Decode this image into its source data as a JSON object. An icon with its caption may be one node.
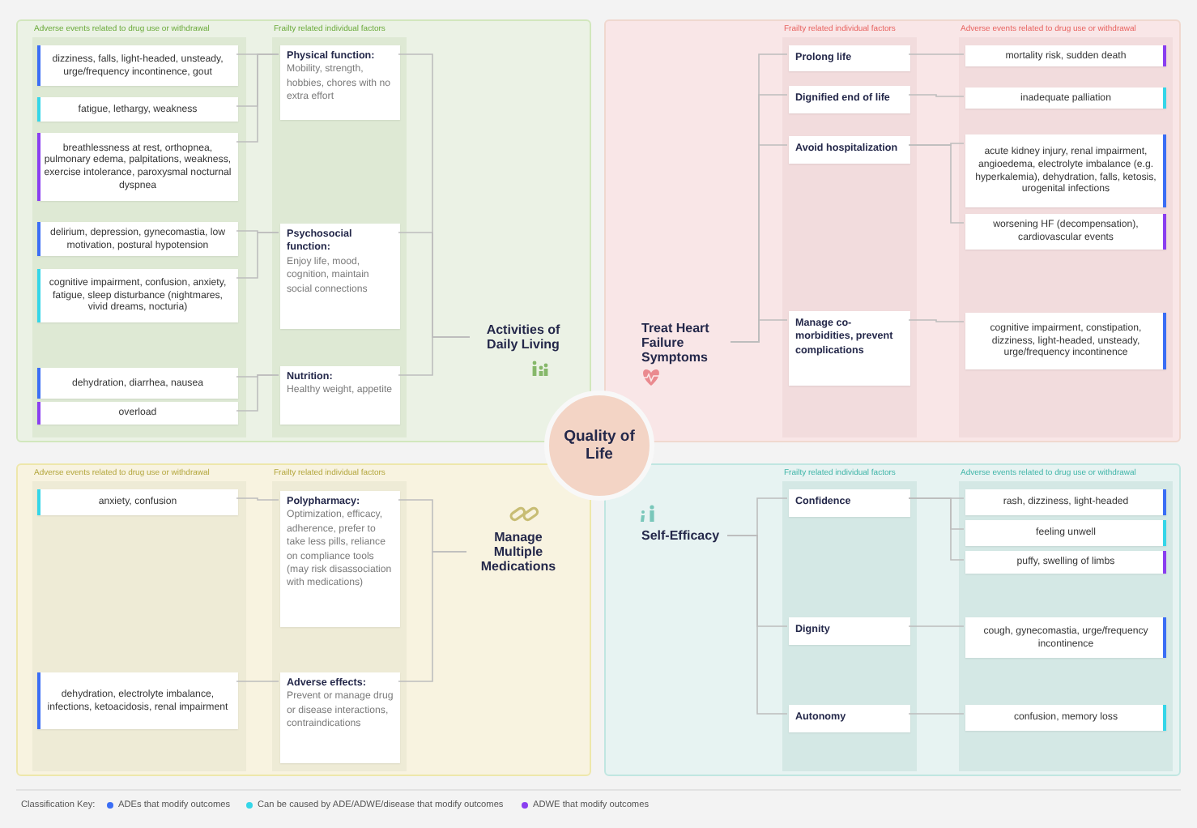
{
  "diagram": {
    "nodes": [
      {
        "text": [],
        "shape": "box"
      },
      {
        "text": [
          "Adverse events related to drug use or withdrawal"
        ],
        "in": 0
      },
      {
        "text": [
          "Frailty related individual factors"
        ],
        "in": 0
      },
      {
        "text": [
          "dizziness, falls, light-headed, unsteady, urge/frequency incontinence, gout"
        ],
        "in": 1
      },
      {
        "text": [
          "fatigue, lethargy, weakness"
        ],
        "in": 1
      },
      {
        "text": [
          "breathlessness at rest, orthopnea, pulmonary edema, palpitations, weakness, exercise intolerance, paroxysmal nocturnal dyspnea"
        ],
        "in": 1
      },
      {
        "text": [
          "delirium, depression, gynecomastia, low motivation, postural hypotension"
        ],
        "in": 1
      },
      {
        "text": [
          "cognitive impairment, confusion, anxiety, fatigue, sleep disturbance (nightmares, vivid dreams, nocturia)"
        ],
        "in": 1
      },
      {
        "text": [
          "dehydration, diarrhea, nausea"
        ],
        "in": 1
      },
      {
        "text": [
          "overload"
        ],
        "in": 1
      },
      {
        "text": [
          "Physical function:",
          "Mobility, strength, hobbies, chores with no extra effort"
        ],
        "in": 2
      },
      {
        "text": [
          "Psychosocial function:",
          "Enjoy life, mood, cognition, maintain social connections"
        ],
        "in": 2
      },
      {
        "text": [
          "Nutrition:",
          "Healthy weight, appetite"
        ],
        "in": 2
      },
      {
        "text": [
          "Activities of Daily Living"
        ],
        "in": 0
      },
      {
        "text": [],
        "shape": "box"
      },
      {
        "text": [
          "Treat Heart Failure Symptoms"
        ],
        "in": 14
      },
      {
        "text": [
          "Frailty related individual factors"
        ],
        "in": 14
      },
      {
        "text": [
          "Adverse events related to drug use or withdrawal"
        ],
        "in": 14
      },
      {
        "text": [
          "Prolong life"
        ],
        "in": 16
      },
      {
        "text": [
          "Dignified end of life"
        ],
        "in": 16
      },
      {
        "text": [
          "Avoid hospitalization"
        ],
        "in": 16
      },
      {
        "text": [
          "Manage co-morbidities, prevent complications"
        ],
        "in": 16
      },
      {
        "text": [
          "mortality risk, sudden death"
        ],
        "in": 17
      },
      {
        "text": [
          "inadequate palliation"
        ],
        "in": 17
      },
      {
        "text": [
          "acute kidney injury, renal impairment, angioedema, electrolyte imbalance (e.g. hyperkalemia), dehydration, falls, ketosis, urogenital infections"
        ],
        "in": 17
      },
      {
        "text": [
          "worsening HF (decompensation), cardiovascular events"
        ],
        "in": 17
      },
      {
        "text": [
          "cognitive impairment, constipation, dizziness, light-headed, unsteady, urge/frequency incontinence"
        ],
        "in": 17
      },
      {
        "text": [
          "Quality of Life"
        ]
      },
      {
        "text": [],
        "shape": "box"
      },
      {
        "text": [
          "Adverse events related to drug use or withdrawal"
        ],
        "in": 28
      },
      {
        "text": [
          "Frailty related individual factors"
        ],
        "in": 28
      },
      {
        "text": [
          "anxiety, confusion"
        ],
        "in": 29
      },
      {
        "text": [
          "dehydration, electrolyte imbalance, infections, ketoacidosis, renal impairment"
        ],
        "in": 29
      },
      {
        "text": [
          "Polypharmacy:",
          "Optimization, efficacy, adherence, prefer to take less pills, reliance on compliance tools (may risk disassociation with medications)"
        ],
        "in": 30
      },
      {
        "text": [
          "Adverse effects:",
          "Prevent or manage drug or disease interactions, contraindications"
        ],
        "in": 30
      },
      {
        "text": [
          "Manage Multiple Medications"
        ],
        "in": 28
      },
      {
        "text": [],
        "shape": "box"
      },
      {
        "text": [
          "Self-Efficacy"
        ],
        "in": 36
      },
      {
        "text": [
          "Frailty related individual factors"
        ],
        "in": 36
      },
      {
        "text": [
          "Adverse events related to drug use or withdrawal"
        ],
        "in": 36
      },
      {
        "text": [
          "Confidence"
        ],
        "in": 38
      },
      {
        "text": [
          "Dignity"
        ],
        "in": 38
      },
      {
        "text": [
          "Autonomy"
        ],
        "in": 38
      },
      {
        "text": [
          "rash, dizziness, light-headed"
        ],
        "in": 39
      },
      {
        "text": [
          "feeling unwell"
        ],
        "in": 39
      },
      {
        "text": [
          "puffy, swelling of limbs"
        ],
        "in": 39
      },
      {
        "text": [
          "cough, gynecomastia, urge/frequency incontinence"
        ],
        "in": 39
      },
      {
        "text": [
          "confusion, memory loss"
        ],
        "in": 39
      }
    ],
    "edges": [
      {
        "from": 3,
        "to": 10,
        "arrow": "none"
      },
      {
        "from": 4,
        "to": 10,
        "arrow": "none"
      },
      {
        "from": 5,
        "to": 10,
        "arrow": "none"
      },
      {
        "from": 6,
        "to": 11,
        "arrow": "none"
      },
      {
        "from": 7,
        "to": 11,
        "arrow": "none"
      },
      {
        "from": 8,
        "to": 12,
        "arrow": "none"
      },
      {
        "from": 9,
        "to": 12,
        "arrow": "none"
      },
      {
        "from": 10,
        "to": 13,
        "arrow": "none"
      },
      {
        "from": 11,
        "to": 13,
        "arrow": "none"
      },
      {
        "from": 12,
        "to": 13,
        "arrow": "none"
      },
      {
        "from": 15,
        "to": 18,
        "arrow": "none"
      },
      {
        "from": 15,
        "to": 19,
        "arrow": "none"
      },
      {
        "from": 15,
        "to": 20,
        "arrow": "none"
      },
      {
        "from": 15,
        "to": 21,
        "arrow": "none"
      },
      {
        "from": 18,
        "to": 22,
        "arrow": "none"
      },
      {
        "from": 19,
        "to": 23,
        "arrow": "none"
      },
      {
        "from": 20,
        "to": 24,
        "arrow": "none"
      },
      {
        "from": 20,
        "to": 25,
        "arrow": "none"
      },
      {
        "from": 21,
        "to": 26,
        "arrow": "none"
      },
      {
        "from": 31,
        "to": 33,
        "arrow": "none"
      },
      {
        "from": 32,
        "to": 34,
        "arrow": "none"
      },
      {
        "from": 33,
        "to": 35,
        "arrow": "none"
      },
      {
        "from": 34,
        "to": 35,
        "arrow": "none"
      },
      {
        "from": 37,
        "to": 40,
        "arrow": "none"
      },
      {
        "from": 37,
        "to": 41,
        "arrow": "none"
      },
      {
        "from": 37,
        "to": 42,
        "arrow": "none"
      },
      {
        "from": 40,
        "to": 43,
        "arrow": "none"
      },
      {
        "from": 40,
        "to": 44,
        "arrow": "none"
      },
      {
        "from": 40,
        "to": 45,
        "arrow": "none"
      },
      {
        "from": 41,
        "to": 46,
        "arrow": "none"
      },
      {
        "from": 42,
        "to": 47,
        "arrow": "none"
      }
    ],
    "labels": [
      "Classification Key:"
    ],
    "legend": [
      {
        "text": "ADEs that modify outcomes",
        "color": "#3b6ef5"
      },
      {
        "text": "Can be caused by ADE/ADWE/disease that modify outcomes",
        "color": "#35d6e8"
      },
      {
        "text": "ADWE that modify outcomes",
        "color": "#8a3ff0"
      }
    ]
  }
}
